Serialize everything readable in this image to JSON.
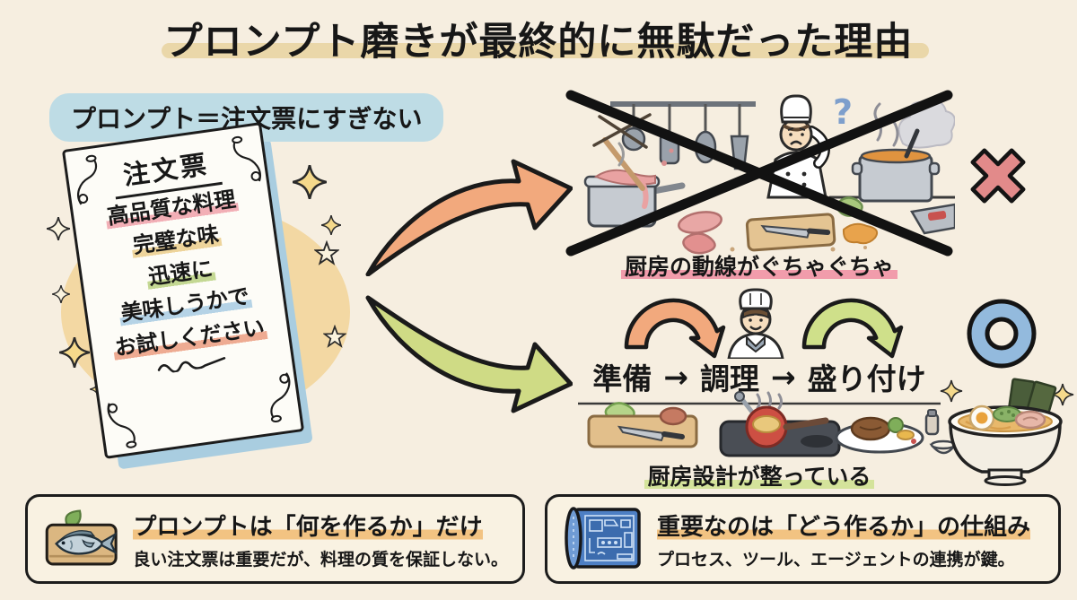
{
  "title": "プロンプト磨きが最終的に無駄だった理由",
  "bubble": "プロンプト＝注文票にすぎない",
  "order_slip": {
    "heading": "注文票",
    "items": [
      "高品質な料理",
      "完璧な味",
      "迅速に",
      "美味しうかで",
      "お試しください"
    ]
  },
  "bad_path": {
    "caption": "厨房の動線がぐちゃぐちゃ",
    "question_mark": "?",
    "mark": "batsu-cross"
  },
  "good_path": {
    "steps": [
      "準備",
      "調理",
      "盛り付け"
    ],
    "arrow": "→",
    "caption": "厨房設計が整っている",
    "mark": "maru-circle"
  },
  "footer": {
    "left": {
      "heading": "プロンプトは「何を作るか」だけ",
      "body": "良い注文票は重要だが、料理の質を保証しない。"
    },
    "right": {
      "heading": "重要なのは「どう作るか」の仕組み",
      "body": "プロセス、ツール、エージェントの連携が鍵。"
    }
  },
  "colors": {
    "background": "#f6eee0",
    "title_swoosh": "#ead7a9",
    "bubble": "#bedce5",
    "slip_shadow": "#a9cde0",
    "slip_blob": "#f3d8a3",
    "underline_pink": "#f2afb6",
    "underline_yellow": "#eed49b",
    "underline_green": "#c4d893",
    "underline_blue": "#b5d3e6",
    "underline_salmon": "#eeab92",
    "arrow_orange": "#f2a97d",
    "arrow_green": "#cfdb85",
    "cross_mark": "#e28a8a",
    "circle_mark": "#93badd",
    "caption_pink": "#f19cab",
    "caption_green": "#d4e39b",
    "heading_highlight": "#f2c382"
  }
}
